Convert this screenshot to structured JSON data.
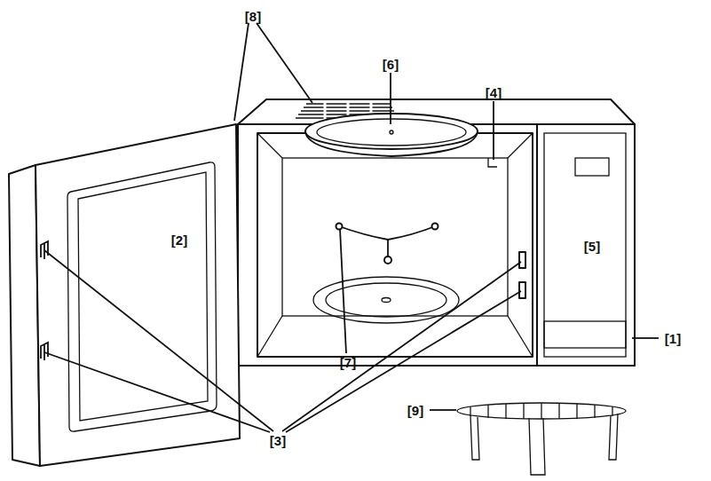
{
  "diagram": {
    "labels": [
      "[8]",
      "[6]",
      "[4]",
      "[2]",
      "[5]",
      "[1]",
      "[7]",
      "[3]",
      "[9]"
    ]
  }
}
